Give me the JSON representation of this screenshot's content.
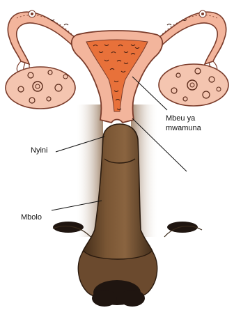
{
  "diagram": {
    "labels": {
      "sperm": [
        "Mbeu ya",
        "mwamuna"
      ],
      "vagina": "Nyini",
      "penis": "Mbolo"
    },
    "colors": {
      "uterus_pink": "#f3b59c",
      "uterus_outline": "#7a3b2a",
      "cavity_orange": "#e8713a",
      "penis_brown": "#6b4a2e",
      "penis_shadow": "#3e2a18",
      "hair": "#1f1510",
      "ovary_fill": "#f4c5b0"
    }
  }
}
